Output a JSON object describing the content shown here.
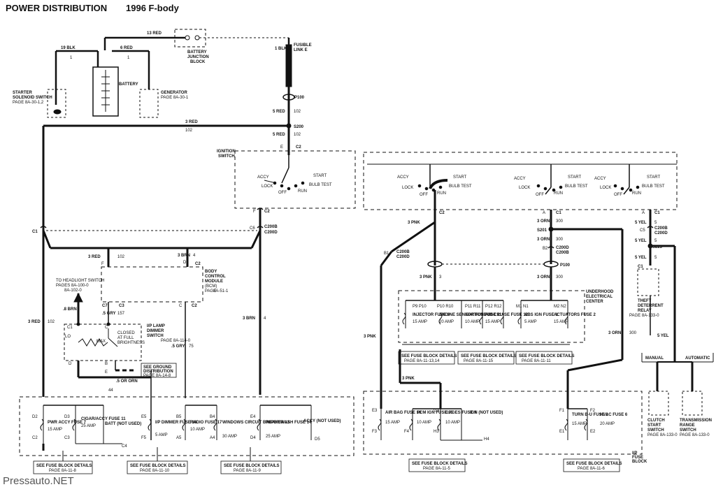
{
  "title": {
    "main": "POWER DISTRIBUTION",
    "model": "1996 F-body"
  },
  "watermark": "Pressauto.NET",
  "top": {
    "w13red": "13 RED",
    "w19blk": "19 BLK",
    "w6red": "6 RED",
    "w1blk": "1 BLK",
    "w5red": "5 RED",
    "w102": "102",
    "w3red": "3 RED",
    "battery": "BATTERY",
    "battery_junction": [
      "BATTERY",
      "JUNCTION",
      "BLOCK"
    ],
    "fusible": [
      "FUSIBLE",
      "LINK E"
    ],
    "starter": [
      "STARTER",
      "SOLENOID SWITCH",
      "PAGE 8A-30-1,2"
    ],
    "generator": [
      "GENERATOR",
      "PAGE 8A-30-1"
    ],
    "p100": "P100",
    "s200": "S200",
    "c2": "C2",
    "e": "E",
    "one": "1",
    "ignition_switch": [
      "IGNITION",
      "SWITCH"
    ]
  },
  "ign_left": {
    "accy": "ACCY",
    "start": "START",
    "lock": "LOCK",
    "bulb": "BULB TEST",
    "off": "OFF",
    "run": "RUN",
    "f": "F",
    "c2": "C2",
    "e": "E"
  },
  "ign_right": {
    "accy": "ACCY",
    "start": "START",
    "lock": "LOCK",
    "bulb": "BULB TEST",
    "off": "OFF",
    "run": "RUN"
  },
  "left_mid": {
    "c1": "C1",
    "c6": "C6",
    "c200b": "C200B",
    "c200d": "C200D",
    "w3red": "3 RED",
    "w102": "102",
    "w3brn": "3 BRN",
    "w4": "4",
    "f": "F",
    "d": "D",
    "c2": "C2",
    "bcm": [
      "BODY",
      "CONTROL",
      "MODULE",
      "(BCM)",
      "PAGE",
      "8A-51-1"
    ],
    "headlight": [
      "TO HEADLIGHT SWITCH",
      "PAGES 8A-100-0",
      "8A-102-0"
    ],
    "w8brn": ".8 BRN",
    "w5gry": ".5 GRY",
    "w157": "157",
    "w5gry2": ".5 GRY",
    "w75": "75",
    "c7": "C7",
    "c3": "C3",
    "c": "C",
    "dimmer": [
      "I/P LAMP",
      "DIMMER",
      "SWITCH",
      "PAGE 8A-114-0"
    ],
    "closed": [
      "CLOSED",
      "AT FULL",
      "BRIGHTNESS"
    ],
    "lo": "LO",
    "max": "MAX",
    "c1b": "C1",
    "b": "B",
    "e": "E",
    "ground": [
      "SEE GROUND",
      "DISTRIBUTION",
      "PAGE 8A-14-8"
    ],
    "w5orn": ".5 OR ORN",
    "w44": "44",
    "w3brn2": "3 BRN"
  },
  "right_mid": {
    "w3pnk": "3 PNK",
    "c2": "C2",
    "b1": "B1",
    "c200b": "C200B",
    "c200d": "C200D",
    "w3pnk2": "3 PNK",
    "w3": "3",
    "w3orn": "3 ORN",
    "w300": "300",
    "s201": "S201",
    "b2": "B2",
    "p100": "P100",
    "underhood": [
      "UNDERHOOD",
      "ELECTRICAL",
      "CENTER"
    ],
    "a": "A",
    "c1": "C1",
    "w5yel": "5 YEL",
    "w5": "5",
    "s223": "S223",
    "theft": [
      "THEFT",
      "DETERRENT",
      "RELAY",
      "PAGE 8A-133-0"
    ],
    "c5": "C5",
    "c1b": "C1",
    "fuses": [
      {
        "name": "INJECTOR FUSE 9",
        "amp": "15 AMP",
        "pins": "P9 P10"
      },
      {
        "name": "ENGINE SENSOR FUSE 10",
        "amp": "20 AMP",
        "pins": "P10 R10"
      },
      {
        "name": "IGNITION FUSE 11",
        "amp": "10 AMP",
        "pins": "P11 R11"
      },
      {
        "name": "A/C-CRUISE FUSE 12",
        "amp": "15 AMP",
        "pins": "P12 R12"
      },
      {
        "name": "ABS IGN FUSE 1",
        "amp": "5 AMP",
        "pins": "M1 N1"
      },
      {
        "name": "ACTUATORS FUSE 2",
        "amp": "15 AMP",
        "pins": "M2 N2"
      }
    ],
    "see1": [
      "SEE FUSE BLOCK DETAILS",
      "PAGE 8A-11-13,14"
    ],
    "see2": [
      "SEE FUSE BLOCK DETAILS",
      "PAGE 8A-11-15"
    ],
    "see3": [
      "SEE FUSE BLOCK DETAILS",
      "PAGE 8A-11-11"
    ],
    "manual": "MANUAL",
    "automatic": "AUTOMATIC",
    "clutch": [
      "CLUTCH",
      "START",
      "SWITCH",
      "PAGE 8A-133-0"
    ],
    "trans": [
      "TRANSMISSION",
      "RANGE",
      "SWITCH",
      "PAGE 8A-133-0"
    ],
    "w3pnk3": "3 PNK",
    "w3orn2": "3 ORN",
    "w300b": "300"
  },
  "bottom_left": {
    "fuses": [
      {
        "name": "PWR ACCY FUSE 7",
        "amp": "15 AMP",
        "pin_t": "D2",
        "pin_b": "C2"
      },
      {
        "name": "CIGAR/ACCY FUSE 11",
        "amp": "25 AMP",
        "pin_t": "D3",
        "pin_b": "C3"
      },
      {
        "name": "BATT (NOT USED)",
        "amp": "",
        "pin_t": "",
        "pin_b": "C4"
      },
      {
        "name": "I/P DIMMER FUSE 16",
        "amp": "5 AMP",
        "pin_t": "E5",
        "pin_b": "F5"
      },
      {
        "name": "RADIO FUSE 17",
        "amp": "10 AMP",
        "pin_t": "B5",
        "pin_b": "A5"
      },
      {
        "name": "WINDOWS CIRCUIT BREAKER 13",
        "amp": "30 AMP",
        "pin_t": "B4",
        "pin_b": "A4"
      },
      {
        "name": "WIPER/WASH FUSE 14",
        "amp": "25 AMP",
        "pin_t": "E4",
        "pin_b": "D4"
      },
      {
        "name": "ACCY (NOT USED)",
        "amp": "",
        "pin_t": "",
        "pin_b": "D5"
      }
    ],
    "see1": [
      "SEE FUSE BLOCK DETAILS",
      "PAGE 8A-11-8"
    ],
    "see2": [
      "SEE FUSE BLOCK DETAILS",
      "PAGE 8A-11-10"
    ],
    "see3": [
      "SEE FUSE BLOCK DETAILS",
      "PAGE 8A-11-9"
    ]
  },
  "bottom_right": {
    "w3pnk": "3 PNK",
    "fuses": [
      {
        "name": "AIR BAG FUSE 10",
        "amp": "15 AMP",
        "pin_t": "E3",
        "pin_b": "F3"
      },
      {
        "name": "PCM IGN FUSE 15",
        "amp": "10 AMP",
        "pin_t": "G3",
        "pin_b": "F4"
      },
      {
        "name": "GAGES FUSE 9",
        "amp": "10 AMP",
        "pin_t": "G3",
        "pin_b": "H3"
      },
      {
        "name": "IGN (NOT USED)",
        "amp": "",
        "pin_t": "",
        "pin_b": "H4"
      },
      {
        "name": "TURN B-U FUSE 2",
        "amp": "15 AMP",
        "pin_t": "F1",
        "pin_b": "E1"
      },
      {
        "name": "HVAC FUSE 6",
        "amp": "20 AMP",
        "pin_t": "F2",
        "pin_b": "E2"
      }
    ],
    "see1": [
      "SEE FUSE BLOCK DETAILS",
      "PAGE 8A-11-5"
    ],
    "see2": [
      "SEE FUSE BLOCK DETAILS",
      "PAGE 8A-11-6"
    ],
    "ip_fuse": [
      "I/P",
      "FUSE",
      "BLOCK"
    ]
  }
}
